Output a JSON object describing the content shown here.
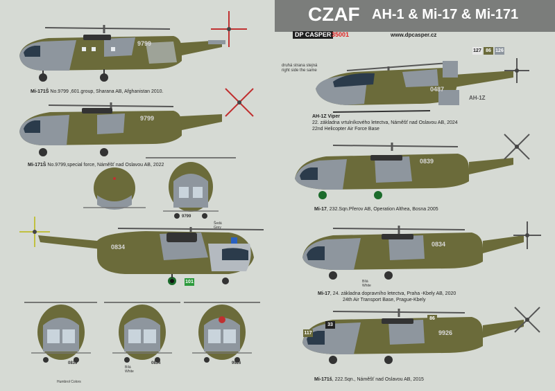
{
  "header": {
    "title": "CZAF",
    "types": "AH-1 & Mi-17 & Mi-171",
    "brand": "DP CASPER",
    "code": "35001",
    "website": "www.dpcasper.cz"
  },
  "colors": {
    "background": "#d6dad4",
    "banner": "#7b7d7b",
    "olive": "#6b6b3a",
    "grey": "#8e969e",
    "light_grey": "#b4bac0",
    "code_red": "#e02020"
  },
  "profiles": {
    "mi171_afghan": {
      "caption_model": "Mi-171Š",
      "caption_text": " No.9799 ,601.group, Sharana AB, Afghanistan 2010.",
      "serial": "9799"
    },
    "mi171_special": {
      "caption_model": "Mi-171Š",
      "caption_text": " No.9799,special force, Náměšť nad Oslavou AB, 2022",
      "serial": "9799"
    },
    "ah1z": {
      "title": "AH-1Z Viper",
      "line1": "22. základna vrtulníkového letectva, Náměšť nad Oslavou AB, 2024",
      "line2": "22nd Helicopter Air Force Base",
      "serial": "0487",
      "tail_label": "AH-1Z",
      "note_cz": "druhá strana stejná",
      "note_en": "right side the same",
      "badge_a": "127",
      "badge_b": "86",
      "badge_c": "126"
    },
    "mi17_bosna": {
      "caption_model": "Mi-17",
      "caption_text": ", 232.Sqn.Přerov AB, Operation Althea, Bosna 2005",
      "serial": "0839"
    },
    "mi17_center": {
      "serial": "0834",
      "label_cz": "Šedá",
      "label_en": "Grey",
      "badge": "101"
    },
    "mi17_kbely": {
      "caption_model": "Mi-17",
      "caption_text": ", 24. základna dopravního letectva, Praha -Kbely AB, 2020",
      "caption_line2": "24th Air Transport Base, Prague-Kbely",
      "serial": "0834",
      "label_cz": "Bílá",
      "label_en": "White"
    },
    "mi171_222": {
      "caption_model": "Mi-171š",
      "caption_text": ", 222.Sqn., Náměšť nad Oslavou AB, 2015",
      "serial": "9926",
      "badge_a": "33",
      "badge_b": "86",
      "badge_c": "117"
    },
    "fronts": {
      "serial_a": "9799",
      "serial_b": "0839",
      "serial_c": "0834",
      "serial_d": "9926",
      "label_cz": "Bílá",
      "label_en": "White"
    }
  },
  "footer": {
    "colors_note": "Humbrol Colors"
  }
}
